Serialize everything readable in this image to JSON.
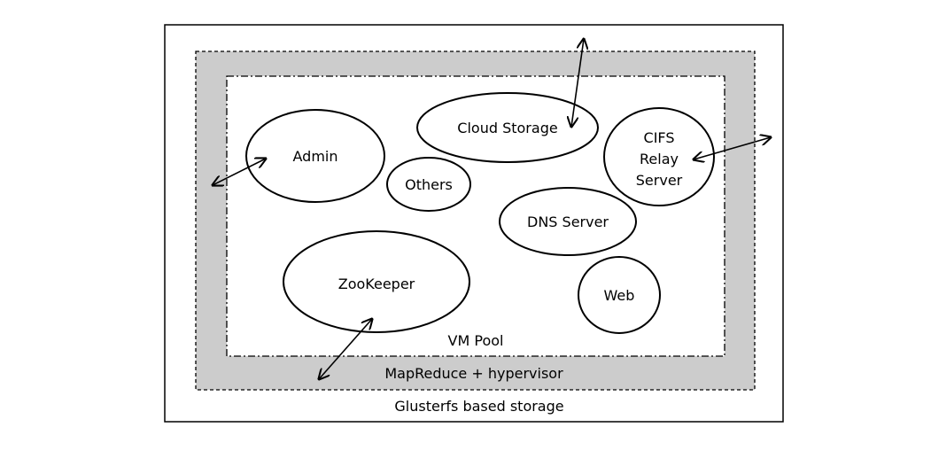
{
  "outer": {
    "label": "Glusterfs based storage"
  },
  "middle": {
    "label": "MapReduce + hypervisor",
    "fill": "#cccccc"
  },
  "inner": {
    "label": "VM Pool"
  },
  "nodes": {
    "admin": "Admin",
    "cloud_storage": "Cloud Storage",
    "cifs_line1": "CIFS",
    "cifs_line2": "Relay",
    "cifs_line3": "Server",
    "others": "Others",
    "dns_server": "DNS Server",
    "zookeeper": "ZooKeeper",
    "web": "Web"
  }
}
